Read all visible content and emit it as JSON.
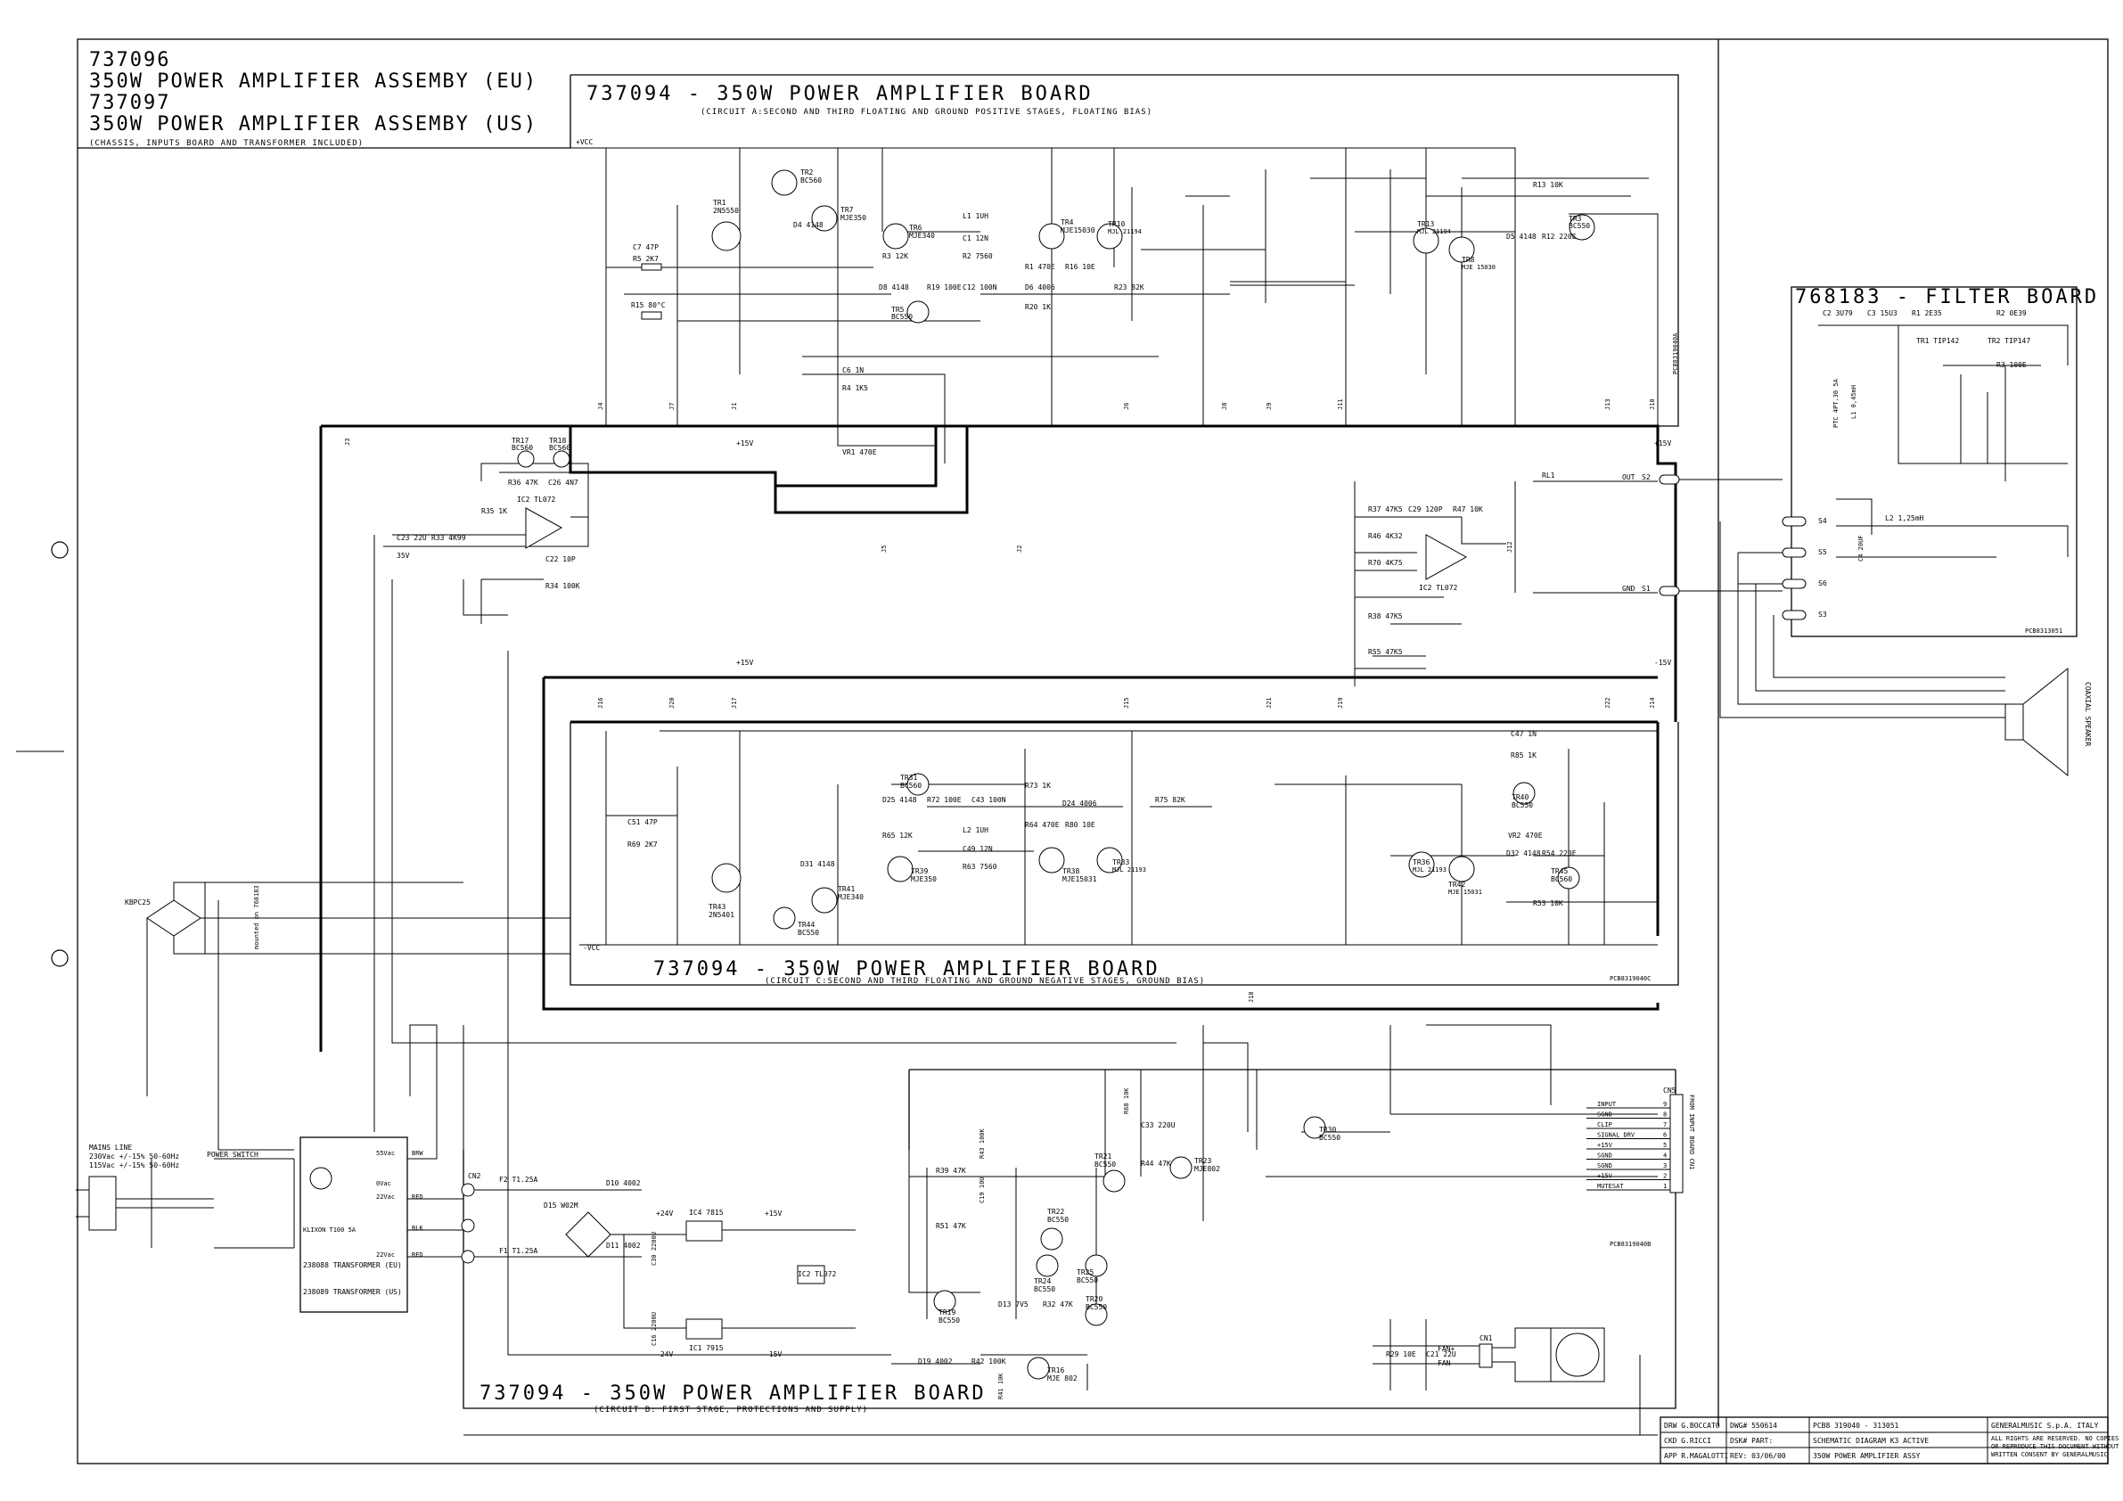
{
  "header": {
    "line1": "737096",
    "line2": "350W POWER AMPLIFIER ASSEMBY (EU)",
    "line3": "737097",
    "line4": "350W POWER AMPLIFIER ASSEMBY (US)",
    "line5": "(CHASSIS, INPUTS BOARD AND TRANSFORMER INCLUDED)"
  },
  "boards": {
    "a_title": "737094 - 350W POWER AMPLIFIER BOARD",
    "a_sub": "(CIRCUIT A:SECOND AND THIRD FLOATING AND GROUND POSITIVE STAGES, FLOATING BIAS)",
    "c_title": "737094 - 350W POWER AMPLIFIER BOARD",
    "c_sub": "(CIRCUIT C:SECOND AND THIRD FLOATING AND GROUND NEGATIVE STAGES, GROUND BIAS)",
    "b_title": "737094 - 350W POWER AMPLIFIER BOARD",
    "b_sub": "(CIRCUIT B: FIRST STAGE, PROTECTIONS AND SUPPLY)",
    "filter_title": "768183 - FILTER BOARD",
    "pcb_a": "PCB8319040A",
    "pcb_c": "PCB8319040C",
    "pcb_b": "PCB8319040B",
    "pcb_filter": "PCB8313051"
  },
  "nets": {
    "vcc_pos": "+VCC",
    "vcc_neg": "-VCC",
    "p15": "+15V",
    "m15": "-15V",
    "p24": "+24V",
    "m24": "-24V",
    "out": "OUT",
    "gnd": "GND",
    "rl1": "RL1",
    "s1": "S1",
    "s2": "S2",
    "s3": "S3",
    "s4": "S4",
    "s5": "S5",
    "s6": "S6"
  },
  "components": {
    "tr1": "TR1",
    "tr1v": "2N5550",
    "tr2": "TR2",
    "tr2v": "BC560",
    "tr7": "TR7",
    "tr7v": "MJE350",
    "tr6": "TR6",
    "tr6v": "MJE340",
    "tr4": "TR4",
    "tr4v": "MJE15030",
    "tr10": "TR10",
    "tr10v": "MJL 21194",
    "tr13": "TR13",
    "tr13v": "MJL 21194",
    "tr8": "TR8",
    "tr8v": "MJE 15030",
    "tr3": "TR3",
    "tr3v": "BC550",
    "tr5": "TR5",
    "tr5v": "BC550",
    "tr17": "TR17",
    "tr17v": "BC560",
    "tr18": "TR18",
    "tr18v": "BC560",
    "ic2a": "IC2 TL072",
    "ic2b": "IC2 TL072",
    "c7": "C7 47P",
    "r5": "R5 2K7",
    "r15": "R15 80°C",
    "d4": "D4 4148",
    "r3": "R3 12K",
    "l1": "L1 1UH",
    "c1": "C1 12N",
    "r2": "R2 7560",
    "r1": "R1 470E",
    "r16": "R16 10E",
    "d6": "D6 4006",
    "r20": "R20 1K",
    "r23": "R23 82K",
    "d8": "D8 4148",
    "r19": "R19 100E",
    "c12": "C12 100N",
    "c6": "C6 1N",
    "r4": "R4 1K5",
    "vr1": "VR1 470E",
    "r13": "R13 10K",
    "r12": "R12 220E",
    "d5": "D5 4148",
    "r35": "R35 1K",
    "r36": "R36 47K",
    "c26": "C26 4N7",
    "c23": "C23 22U",
    "r33": "R33 4K99",
    "v35": "35V",
    "c22": "C22 10P",
    "r34": "R34 100K",
    "r37": "R37 47K5",
    "c29": "C29 120P",
    "r47": "R47 10K",
    "r46": "R46 4K32",
    "r70": "R70 4K75",
    "r38": "R38 47K5",
    "r55": "R55 47K5",
    "c51": "C51 47P",
    "r69": "R69 2K7",
    "tr43": "TR43",
    "tr43v": "2N5401",
    "tr44": "TR44",
    "tr44v": "BC550",
    "tr41": "TR41",
    "tr41v": "MJE340",
    "tr39": "TR39",
    "tr39v": "MJE350",
    "tr38": "TR38",
    "tr38v": "MJE15031",
    "tr33": "TR33",
    "tr33v": "MJL 21193",
    "tr31": "TR31",
    "tr31v": "BC560",
    "tr36": "TR36",
    "tr36v": "MJL 21193",
    "tr42": "TR42",
    "tr42v": "MJE 15031",
    "tr40": "TR40",
    "tr40v": "BC550",
    "tr45": "TR45",
    "tr45v": "BC560",
    "r75": "R75 82K",
    "r73": "R73 1K",
    "d24": "D24 4006",
    "r64": "R64 470E",
    "r80": "R80 10E",
    "c47": "C47 1N",
    "r85": "R85 1K",
    "vr2": "VR2 470E",
    "r53": "R53 10K",
    "r54": "R54 220E",
    "d32": "D32 4148",
    "c49": "C49 12N",
    "r63": "R63 7560",
    "l2": "L2 1UH",
    "r72": "R72 100E",
    "c43": "C43 100N",
    "d25": "D25 4148",
    "r65": "R65 12K",
    "d31": "D31 4148",
    "filter_c2": "C2 3U79",
    "filter_c3": "C3 15U3",
    "filter_r1": "R1 2E35",
    "filter_r2": "R2 0E39",
    "filter_tr1": "TR1 TIP142",
    "filter_tr2": "TR2 TIP147",
    "filter_r3": "R3 100E",
    "filter_l1": "L1 0,45mH",
    "filter_ptc": "PTC 4PT.30 5A",
    "filter_l2": "L2 1,25mH",
    "filter_c4": "C4 20UF",
    "bridge": "KBPC25",
    "klixon": "KLIXON T100 5A",
    "trafo_eu": "238088 TRANSFORMER (EU)",
    "trafo_us": "238089 TRANSFORMER (US)",
    "mains1": "MAINS LINE",
    "mains2": "230Vac +/-15% 50-60Hz",
    "mains3": "115Vac +/-15% 50-60Hz",
    "pswitch": "POWER SWITCH",
    "f2": "F2 T1.25A",
    "f1": "F1 T1.25A",
    "d15": "D15 W02M",
    "d10": "D10 4002",
    "d11": "D11 4002",
    "ic4": "IC4 7815",
    "ic1": "IC1 7915",
    "ic2c": "IC2 TL072",
    "c30": "C30 2200U",
    "c16": "C16 2200U",
    "r39": "R39 47K",
    "r43": "R43 100K",
    "c19": "C19 10U",
    "r51": "R51 47K",
    "tr22": "TR22",
    "tr22v": "BC550",
    "tr24": "TR24",
    "tr24v": "BC550",
    "tr25": "TR25",
    "tr25v": "BC550",
    "tr19": "TR19",
    "tr19v": "BC550",
    "tr20": "TR20",
    "tr20v": "BC550",
    "tr21": "TR21",
    "tr21v": "BC550",
    "tr23": "TR23",
    "tr23v": "MJE802",
    "tr30": "TR30",
    "tr30v": "BC550",
    "tr16": "TR16",
    "tr16v": "MJE 802",
    "d13": "D13 7V5",
    "r32": "R32 47K",
    "d19": "D19 4002",
    "r42": "R42 100K",
    "r41": "R41 10K",
    "c33": "C33 220U",
    "r44": "R44 47K",
    "r68": "R68 10K",
    "c21": "C21 22U",
    "r29": "R29 10E",
    "trafo_sec1": "55Vac",
    "trafo_sec2": "0Vac",
    "trafo_sec3": "22Vac",
    "trafo_sec4": "22Vac",
    "wire_brw": "BRW",
    "wire_red": "RED",
    "wire_blk": "BLK",
    "cn2": "CN2",
    "cn1": "CN1",
    "cn5": "CN5",
    "fan_p": "FAN+",
    "fan_m": "FAN-",
    "mounted": "mounted on 768183"
  },
  "inputs_connector": {
    "label": "FROM INPUT BOARD CN1",
    "pins": [
      {
        "name": "INPUT",
        "n": "9"
      },
      {
        "name": "SGND",
        "n": "8"
      },
      {
        "name": "CLIP",
        "n": "7"
      },
      {
        "name": "SIGNAL DRV",
        "n": "6"
      },
      {
        "name": "+15V",
        "n": "5"
      },
      {
        "name": "SGND",
        "n": "4"
      },
      {
        "name": "SGND",
        "n": "3"
      },
      {
        "name": "+15V",
        "n": "2"
      },
      {
        "name": "MUTESAT",
        "n": "1"
      }
    ]
  },
  "jumpers": [
    "J4",
    "J7",
    "J1",
    "J6",
    "J8",
    "J9",
    "J11",
    "J13",
    "J10",
    "J3",
    "J5",
    "J2",
    "J12",
    "J16",
    "J20",
    "J17",
    "J15",
    "J21",
    "J19",
    "J22",
    "J14",
    "J18"
  ],
  "speaker": "COAXIAL SPEAKER",
  "title_block": {
    "drw": "DRW G.BOCCATO",
    "ckd": "CKD G.RICCI",
    "app": "APP R.MAGALOTTI",
    "dwg": "DWG# 550614",
    "dsk": "DSK# PART:",
    "rev": "REV: 03/06/00",
    "pcb": "PCB8 319040 - 313051",
    "schem": "SCHEMATIC DIAGRAM K3 ACTIVE",
    "assy": "350W POWER AMPLIFIER ASSY",
    "company": "GENERALMUSIC S.p.A. ITALY",
    "rights1": "ALL RIGHTS ARE RESERVED. NO COPIES",
    "rights2": "OR REPRODUCE THIS DOCUMENT WITHOUT",
    "rights3": "WRITTEN CONSENT BY GENERALMUSIC"
  }
}
